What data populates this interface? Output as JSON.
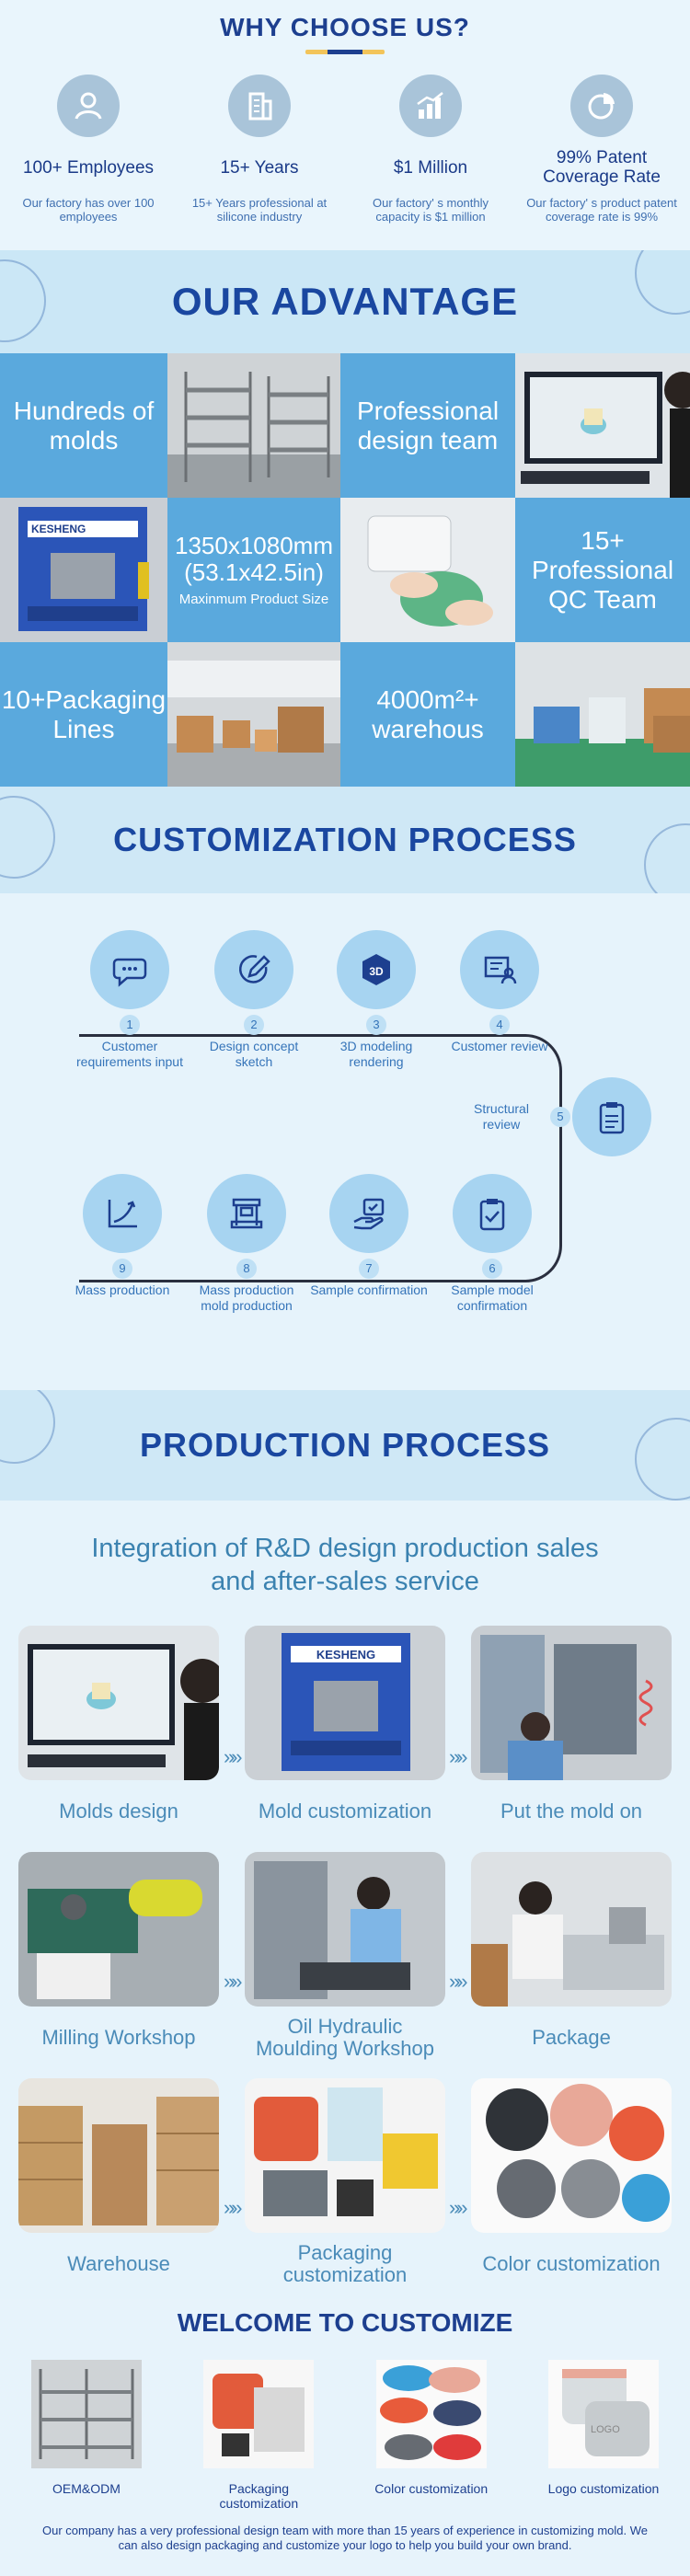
{
  "why": {
    "title": "WHY CHOOSE US?",
    "stats": [
      {
        "icon": "person-icon",
        "value": "100+ Employees",
        "desc": "Our factory has over 100 employees"
      },
      {
        "icon": "building-icon",
        "value": "15+ Years",
        "desc": "15+ Years professional at silicone industry"
      },
      {
        "icon": "bar-chart-icon",
        "value": "$1 Million",
        "desc": "Our factory' s monthly capacity is $1 million"
      },
      {
        "icon": "pie-chart-icon",
        "value": "99% Patent Coverage Rate",
        "desc": "Our factory' s product patent coverage rate is 99%"
      }
    ]
  },
  "advantage": {
    "title": "OUR ADVANTAGE",
    "tiles": {
      "molds": "Hundreds of molds",
      "design": "Professional design team",
      "size": "1350x1080mm (53.1x42.5in)",
      "size_sub": "Maxinmum Product Size",
      "qc": "15+ Professional QC Team",
      "packaging": "10+Packaging Lines",
      "warehouse": "4000m²+ warehous",
      "machine_label": "KESHENG"
    }
  },
  "customization": {
    "title": "CUSTOMIZATION PROCESS",
    "steps": [
      {
        "n": "1",
        "label": "Customer requirements input"
      },
      {
        "n": "2",
        "label": "Design concept sketch"
      },
      {
        "n": "3",
        "label": "3D modeling rendering"
      },
      {
        "n": "4",
        "label": "Customer review"
      },
      {
        "n": "5",
        "label": "Structural review"
      },
      {
        "n": "6",
        "label": "Sample model confirmation"
      },
      {
        "n": "7",
        "label": "Sample confirmation"
      },
      {
        "n": "8",
        "label": "Mass production mold production"
      },
      {
        "n": "9",
        "label": "Mass production"
      }
    ]
  },
  "production": {
    "title": "PRODUCTION PROCESS",
    "intro": "Integration of R&D design production sales and after-sales service",
    "items": [
      "Molds design",
      "Mold customization",
      "Put the mold on",
      "Milling Workshop",
      "Oil Hydraulic Moulding Workshop",
      "Package",
      "Warehouse",
      "Packaging customization",
      "Color customization"
    ],
    "arrow": "»»"
  },
  "welcome": {
    "title": "WELCOME TO CUSTOMIZE",
    "items": [
      "OEM&ODM",
      "Packaging customization",
      "Color customization",
      "Logo customization"
    ],
    "logo_text": "LOGO",
    "footer": "Our company has a very professional design team with more than 15 years of experience in customizing mold. We can also design packaging and customize your logo to help you build your own brand."
  }
}
